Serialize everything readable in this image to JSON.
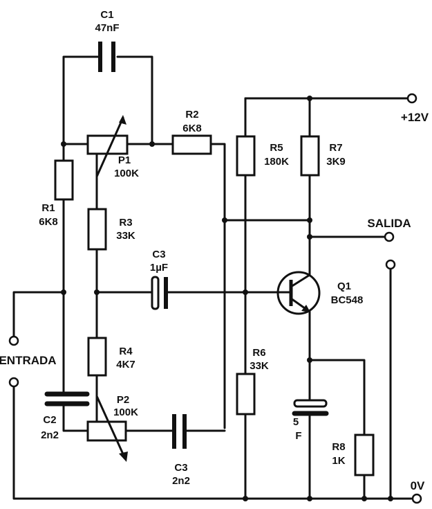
{
  "components": {
    "C1": {
      "ref": "C1",
      "value": "47nF"
    },
    "C2": {
      "ref": "C2",
      "value": "2n2"
    },
    "C3a": {
      "ref": "C3",
      "value": "1µF"
    },
    "C3b": {
      "ref": "C3",
      "value": "2n2"
    },
    "C5": {
      "ref": "5",
      "value": "F"
    },
    "R1": {
      "ref": "R1",
      "value": "6K8"
    },
    "R2": {
      "ref": "R2",
      "value": "6K8"
    },
    "R3": {
      "ref": "R3",
      "value": "33K"
    },
    "R4": {
      "ref": "R4",
      "value": "4K7"
    },
    "R5": {
      "ref": "R5",
      "value": "180K"
    },
    "R6": {
      "ref": "R6",
      "value": "33K"
    },
    "R7": {
      "ref": "R7",
      "value": "3K9"
    },
    "R8": {
      "ref": "R8",
      "value": "1K"
    },
    "P1": {
      "ref": "P1",
      "value": "100K"
    },
    "P2": {
      "ref": "P2",
      "value": "100K"
    },
    "Q1": {
      "ref": "Q1",
      "value": "BC548"
    }
  },
  "labels": {
    "supply": "+12V",
    "output": "SALIDA",
    "input": "ENTRADA",
    "ground": "0V"
  }
}
